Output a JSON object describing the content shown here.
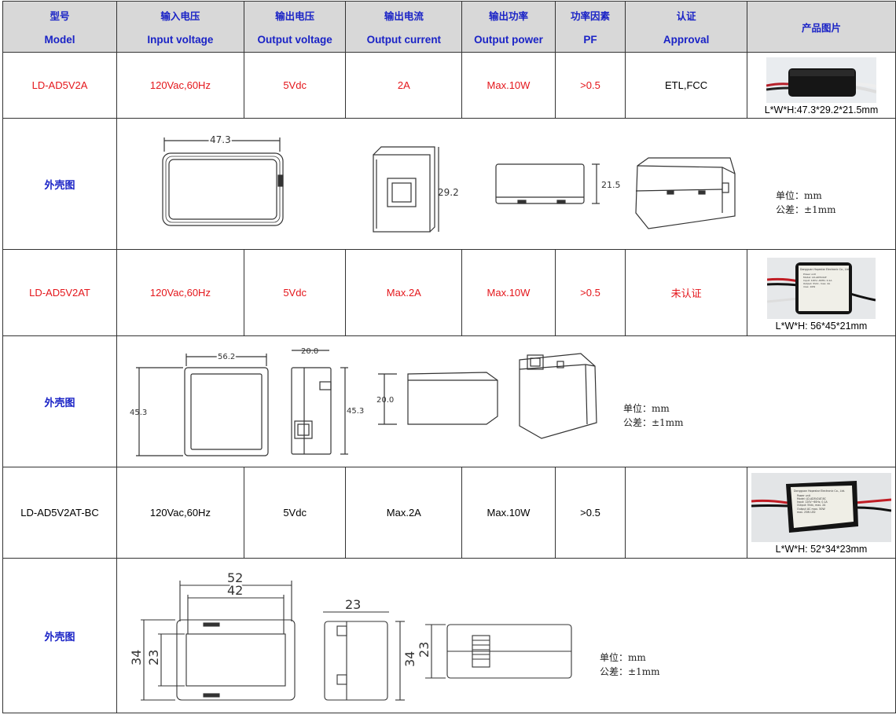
{
  "header": {
    "model": {
      "zh": "型号",
      "en": "Model"
    },
    "input_voltage": {
      "zh": "输入电压",
      "en": "Input voltage"
    },
    "output_voltage": {
      "zh": "输出电压",
      "en": "Output voltage"
    },
    "output_current": {
      "zh": "输出电流",
      "en": "Output current"
    },
    "output_power": {
      "zh": "输出功率",
      "en": "Output power"
    },
    "pf": {
      "zh": "功率因素",
      "en": "PF"
    },
    "approval": {
      "zh": "认证",
      "en": "Approval"
    },
    "photo": {
      "zh": "产品图片"
    }
  },
  "rows": [
    {
      "model": "LD-AD5V2A",
      "input": "120Vac,60Hz",
      "output_v": "5Vdc",
      "output_i": "2A",
      "power": "Max.10W",
      "pf": ">0.5",
      "approval": "ETL,FCC",
      "dims": "L*W*H:47.3*29.2*21.5mm"
    },
    {
      "model": "LD-AD5V2AT",
      "input": "120Vac,60Hz",
      "output_v": "5Vdc",
      "output_i": "Max.2A",
      "power": "Max.10W",
      "pf": ">0.5",
      "approval": "未认证",
      "dims": "L*W*H: 56*45*21mm"
    },
    {
      "model": "LD-AD5V2AT-BC",
      "input": "120Vac,60Hz",
      "output_v": "5Vdc",
      "output_i": "Max.2A",
      "power": "Max.10W",
      "pf": ">0.5",
      "approval": "",
      "dims": "L*W*H: 52*34*23mm"
    }
  ],
  "drawing_label": "外壳图",
  "drawings": [
    {
      "dim_l": "47.3",
      "dim_w": "29.2",
      "dim_h": "21.5",
      "unit": "单位：mm",
      "tol": "公差：±1mm"
    },
    {
      "dim_l": "56.2",
      "dim_h1": "20.0",
      "dim_w": "45.3",
      "dim_w2": "45.3",
      "dim_h2": "20.0",
      "unit": "单位：mm",
      "tol": "公差：±1mm"
    },
    {
      "dim_l1": "52",
      "dim_l2": "42",
      "dim_w1": "34",
      "dim_w2": "23",
      "dim_t": "23",
      "dim_w3": "34",
      "dim_h": "23",
      "unit": "单位：mm",
      "tol": "公差：±1mm"
    }
  ],
  "photo_labels": {
    "p2": [
      "Dongguan Hopestar Electronic Co., Ltd.",
      "Power unit",
      "Model: LD-AD5V2AT",
      "Input: 120V~60Hz, 0.1A",
      "Output: 5Vdc, max. 2A",
      "max. 10W"
    ],
    "p3": [
      "Dongguan Hopestar Electronic Co., Ltd.",
      "Power unit",
      "Model: LD-AD5V2AT-BC",
      "Input: 120V~60Hz, 0.1A",
      "Output: 5Vdc, max. 2A",
      "Output AC max. 50W",
      "max. 25W LED"
    ]
  }
}
